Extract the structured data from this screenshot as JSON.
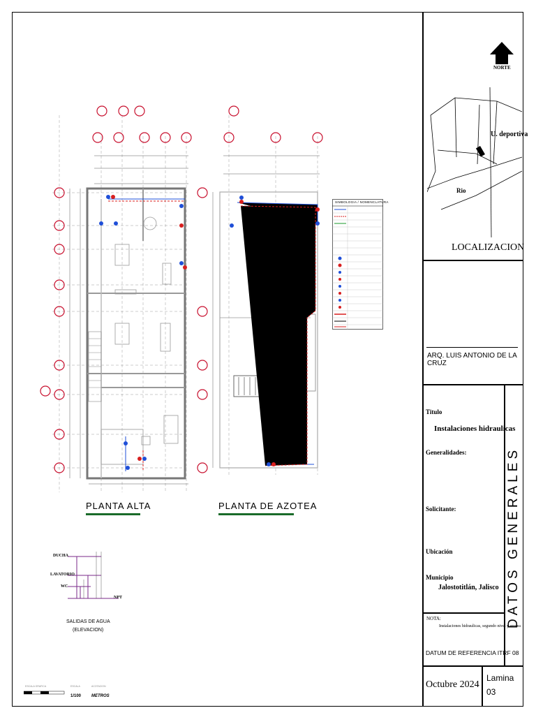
{
  "north_label": "NORTE",
  "location": {
    "title": "LOCALIZACION",
    "label_deportiva": "U. deportiva",
    "label_rio": "Rio"
  },
  "author": "ARQ. LUIS ANTONIO DE LA CRUZ",
  "fields": {
    "titulo_label": "Titulo",
    "titulo_value": "Instalaciones hidraulicas",
    "generalidades_label": "Generalidades:",
    "solicitante_label": "Solicitante:",
    "ubicacion_label": "Ubicación",
    "municipio_label": "Municipio",
    "municipio_value": "Jalostotitlán, Jalisco",
    "nota_label": "NOTA:",
    "nota_value": "Instalaciones hidraulicas, segundo nivel y azotea",
    "datum": "DATUM DE REFERENCIA ITRF 08"
  },
  "datos_generales": "DATOS GENERALES",
  "date": "Octubre 2024",
  "lamina": {
    "label": "Lamina",
    "number": "03"
  },
  "plans": {
    "planta_alta": "PLANTA ALTA",
    "planta_azotea": "PLANTA DE AZOTEA"
  },
  "elevation": {
    "ducha": "DUCHA",
    "lavatorio": "LAVATORIO",
    "wc": "WC",
    "npt": "NPT",
    "title_line1": "SALIDAS DE AGUA",
    "title_line2": "(ELEVACION)"
  },
  "scale": {
    "escala_grafica": "ESCALA GRAFICA",
    "escala_label": "ESCALA",
    "escala_value": "1/100",
    "acotacion_label": "ACOTACION",
    "acotacion_value": "METROS"
  },
  "legend": {
    "title": "SIMBOLOGIA / NOMENCLATURA"
  },
  "colors": {
    "cold_water": "#1f4fd8",
    "hot_water": "#d81f1f",
    "axis_marker": "#c8102e",
    "plan_underline": "#1a6b2a",
    "dimension": "#7a2a8a"
  }
}
